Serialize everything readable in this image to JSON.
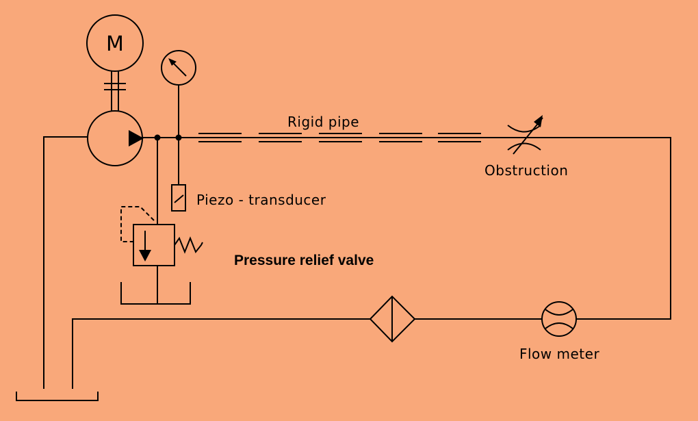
{
  "diagram": {
    "motor": {
      "letter": "M"
    },
    "labels": {
      "rigid_pipe": "Rigid pipe",
      "obstruction": "Obstruction",
      "piezo_transducer": "Piezo - transducer",
      "pressure_relief_valve": "Pressure relief valve",
      "flow_meter": "Flow meter"
    }
  },
  "colors": {
    "background": "#f9a87a",
    "ink": "#000000"
  }
}
